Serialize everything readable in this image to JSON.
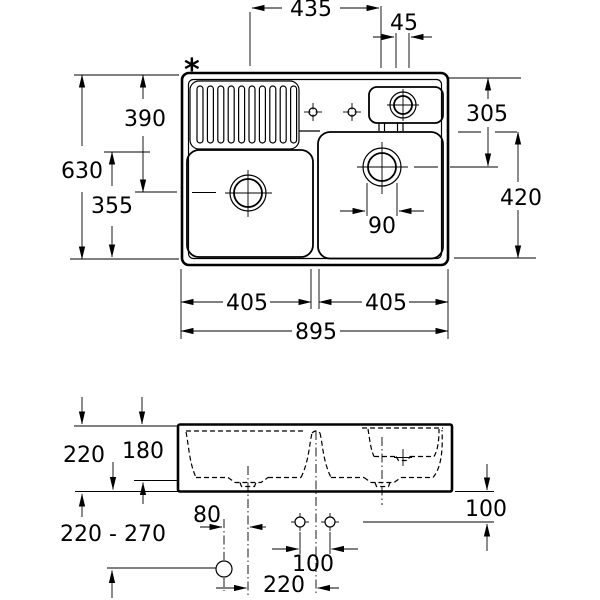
{
  "drawing": {
    "footnote_marker": "*",
    "colors": {
      "line": "#000000",
      "background": "#ffffff"
    },
    "top_view": {
      "dims": {
        "drain_to_tap": "435",
        "tap_offset": "45",
        "overall_height": "630",
        "top_to_left_drain": "390",
        "left_bowl_length": "355",
        "top_to_right_drain": "305",
        "right_bowl_length": "420",
        "drain_diameter": "90",
        "left_bowl_width": "405",
        "right_bowl_width": "405",
        "overall_width": "895"
      }
    },
    "front_view": {
      "dims": {
        "overall_height": "220",
        "bowl_depth": "180",
        "outlet_height_range": "220 - 270",
        "outlet_offset": "80",
        "hole_spacing": "100",
        "underside_clearance": "100",
        "drain_spacing": "220"
      }
    }
  }
}
